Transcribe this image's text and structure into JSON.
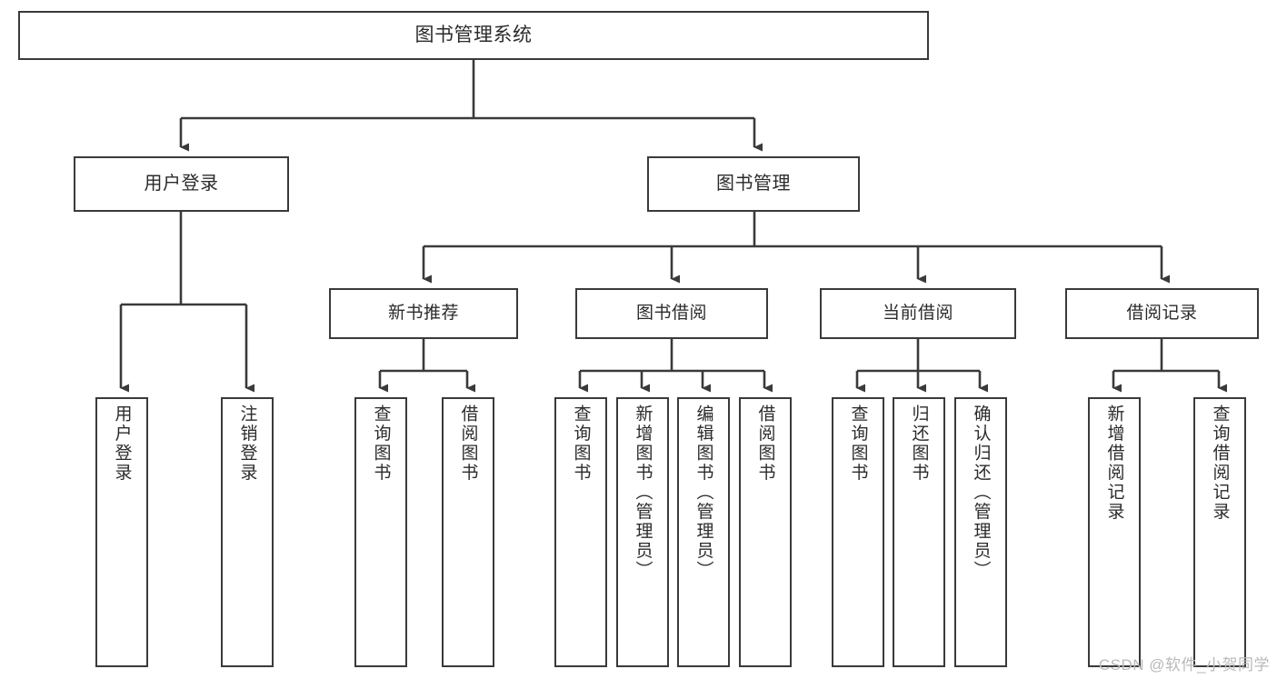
{
  "diagram": {
    "type": "tree-hierarchy",
    "root": {
      "label": "图书管理系统"
    },
    "level2": [
      {
        "label": "用户登录"
      },
      {
        "label": "图书管理"
      }
    ],
    "level3": [
      {
        "label": "新书推荐"
      },
      {
        "label": "图书借阅"
      },
      {
        "label": "当前借阅"
      },
      {
        "label": "借阅记录"
      }
    ],
    "leaves": {
      "user_login": [
        {
          "label": "用户登录"
        },
        {
          "label": "注销登录"
        }
      ],
      "new_book_recommend": [
        {
          "label": "查询图书"
        },
        {
          "label": "借阅图书"
        }
      ],
      "book_borrow": [
        {
          "label": "查询图书"
        },
        {
          "label": "新增图书（管理员）"
        },
        {
          "label": "编辑图书（管理员）"
        },
        {
          "label": "借阅图书"
        }
      ],
      "current_borrow": [
        {
          "label": "查询图书"
        },
        {
          "label": "归还图书"
        },
        {
          "label": "确认归还（管理员）"
        }
      ],
      "borrow_record": [
        {
          "label": "新增借阅记录"
        },
        {
          "label": "查询借阅记录"
        }
      ]
    }
  },
  "watermark": {
    "text": "CSDN @软件_小贺同学"
  },
  "colors": {
    "stroke": "#3a3a3a",
    "background": "#ffffff",
    "text": "#2b2b2b",
    "watermark": "#b9b9b9"
  }
}
